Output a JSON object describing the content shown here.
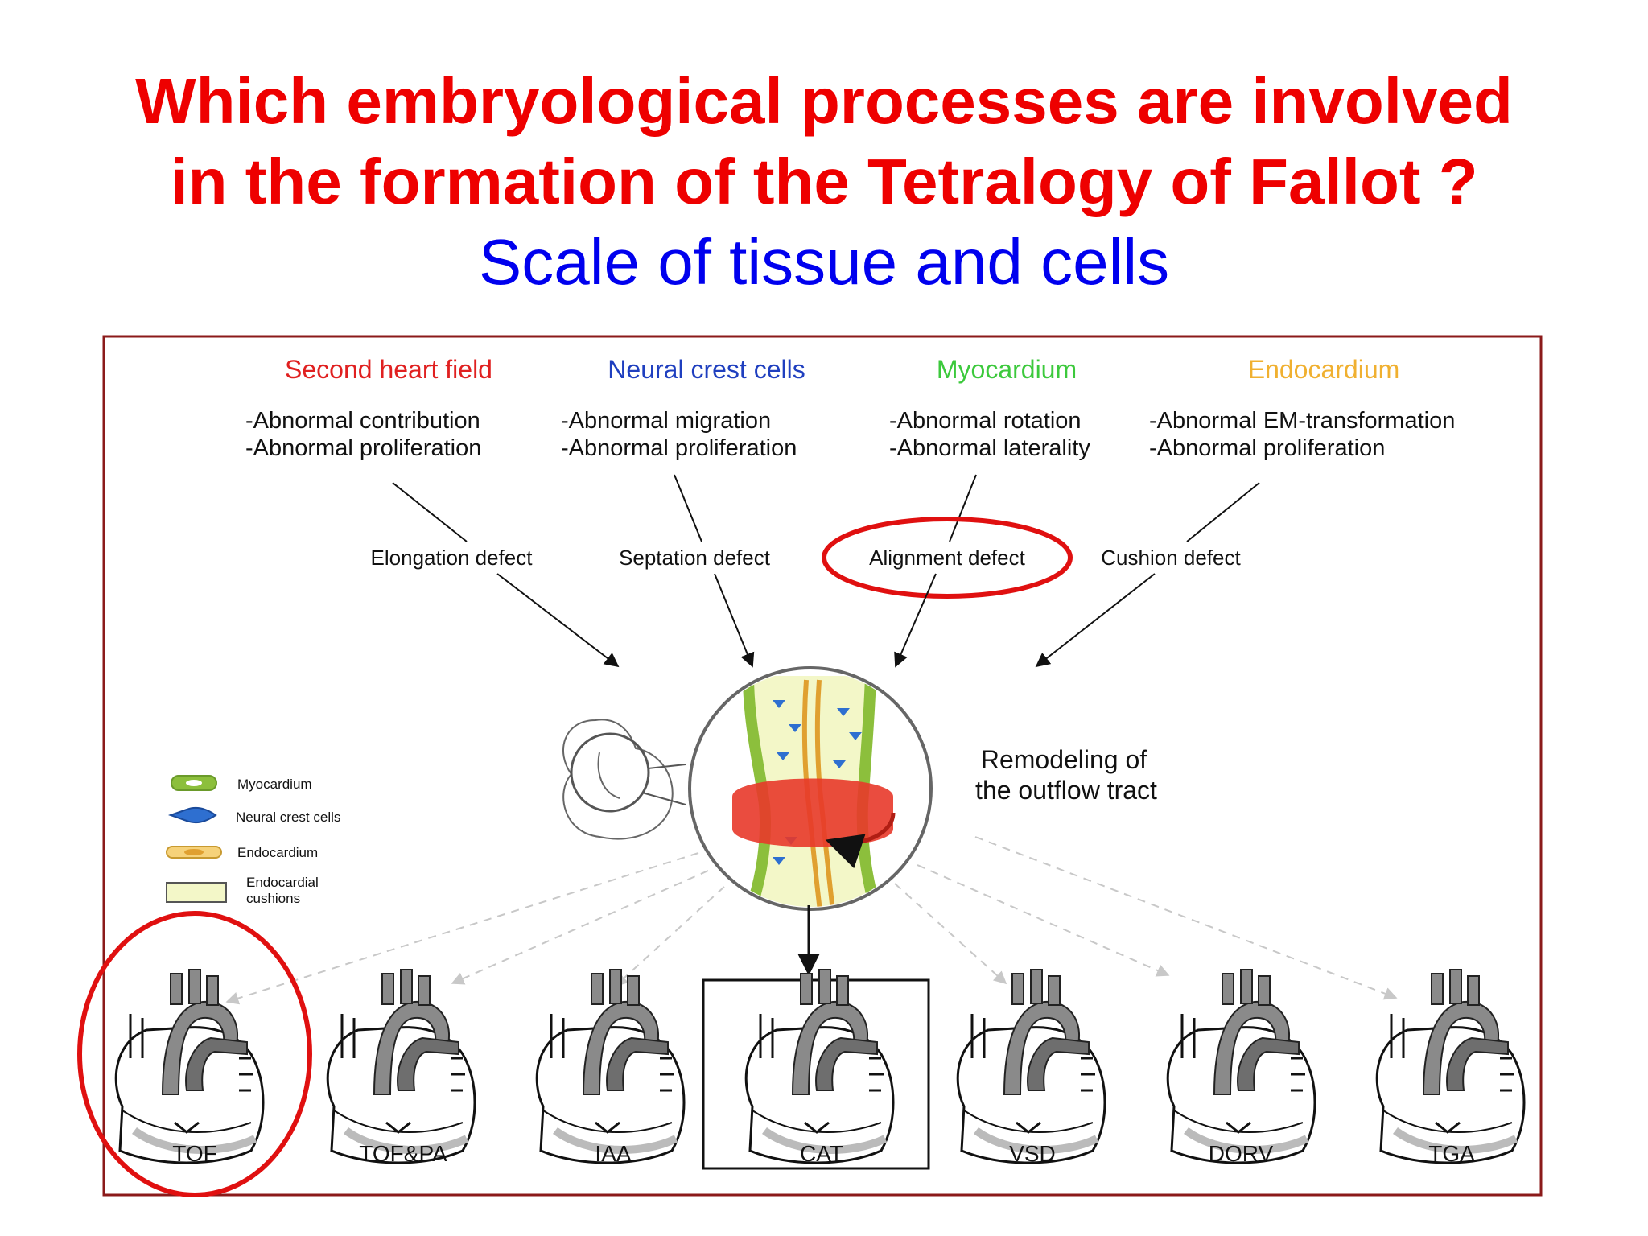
{
  "slide": {
    "title_line1": "Which embryological processes are involved",
    "title_line2": "in the formation of the Tetralogy of Fallot ?",
    "subtitle": "Scale of tissue and cells"
  },
  "colors": {
    "title": "#ee0000",
    "subtitle": "#0000ee",
    "frame": "#8b1a1a",
    "highlight": "#e01010",
    "second_heart_field": "#e02020",
    "neural_crest": "#1f3fbf",
    "myocardium": "#3cc93c",
    "endocardium": "#f0b030"
  },
  "sources": [
    {
      "name": "Second heart field",
      "lines": [
        "-Abnormal contribution",
        "-Abnormal proliferation"
      ]
    },
    {
      "name": "Neural crest cells",
      "lines": [
        "-Abnormal migration",
        "-Abnormal proliferation"
      ]
    },
    {
      "name": "Myocardium",
      "lines": [
        "-Abnormal rotation",
        "-Abnormal laterality"
      ]
    },
    {
      "name": "Endocardium",
      "lines": [
        "-Abnormal EM-transformation",
        "-Abnormal proliferation"
      ]
    }
  ],
  "defects": [
    "Elongation defect",
    "Septation defect",
    "Alignment defect",
    "Cushion defect"
  ],
  "center_label": [
    "Remodeling of",
    "the outflow tract"
  ],
  "legend": [
    {
      "label": "Myocardium",
      "icon": "myocardium-cell-icon"
    },
    {
      "label": "Neural crest cells",
      "icon": "neural-crest-cell-icon"
    },
    {
      "label": "Endocardium",
      "icon": "endocardium-cell-icon"
    },
    {
      "label": "Endocardial",
      "label2": "cushions",
      "icon": "cushion-swatch-icon"
    }
  ],
  "outcomes": [
    "TOF",
    "TOF&PA",
    "IAA",
    "CAT",
    "VSD",
    "DORV",
    "TGA"
  ]
}
